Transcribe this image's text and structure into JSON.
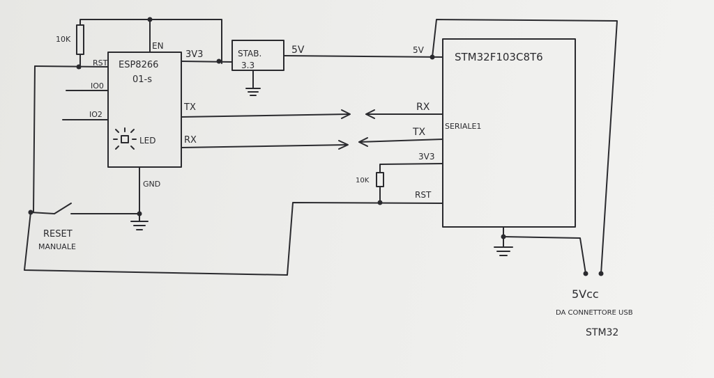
{
  "esp": {
    "name": "ESP8266",
    "model": "01-s",
    "pins": {
      "en": "EN",
      "v33": "3V3",
      "rst": "RST",
      "io0": "IO0",
      "io2": "IO2",
      "tx": "TX",
      "rx": "RX",
      "gnd": "GND"
    },
    "led": "LED"
  },
  "resistor_esp": "10K",
  "stabilizer": {
    "line1": "STAB.",
    "line2": "3.3"
  },
  "rail_5v": "5V",
  "stm": {
    "name": "STM32F103C8T6",
    "serial": "SERIALE1",
    "pins": {
      "v5": "5V",
      "rx": "RX",
      "tx": "TX",
      "v33": "3V3",
      "rst": "RST"
    }
  },
  "resistor_stm": "10K",
  "reset": {
    "line1": "RESET",
    "line2": "MANUALE"
  },
  "usb": {
    "line1": "5Vcc",
    "line2": "DA CONNETTORE USB",
    "line3": "STM32"
  }
}
